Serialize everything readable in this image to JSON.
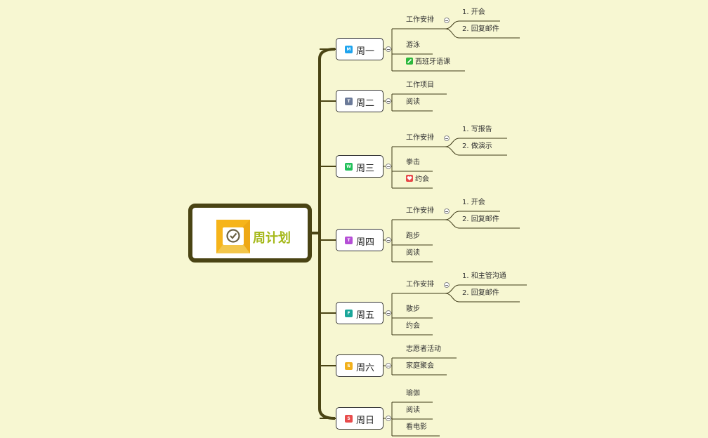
{
  "root": {
    "title": "周计划",
    "icon": "check-note-icon"
  },
  "days": [
    {
      "label": "周一",
      "badge": "M",
      "color": "#1fa4ee",
      "items": [
        {
          "label": "工作安排",
          "sub": [
            "1. 开会",
            "2. 回复邮件"
          ]
        },
        {
          "label": "游泳"
        },
        {
          "label": "西班牙语课",
          "icon": "pencil-icon",
          "icon_color": "#2db83d"
        }
      ]
    },
    {
      "label": "周二",
      "badge": "T",
      "color": "#6b7a99",
      "items": [
        {
          "label": "工作项目"
        },
        {
          "label": "阅读"
        }
      ]
    },
    {
      "label": "周三",
      "badge": "W",
      "color": "#21c05a",
      "items": [
        {
          "label": "工作安排",
          "sub": [
            "1. 写报告",
            "2. 做演示"
          ]
        },
        {
          "label": "拳击"
        },
        {
          "label": "约会",
          "icon": "heart-icon",
          "icon_color": "#e84747"
        }
      ]
    },
    {
      "label": "周四",
      "badge": "T",
      "color": "#b54fd6",
      "items": [
        {
          "label": "工作安排",
          "sub": [
            "1. 开会",
            "2. 回复邮件"
          ]
        },
        {
          "label": "跑步"
        },
        {
          "label": "阅读"
        }
      ]
    },
    {
      "label": "周五",
      "badge": "F",
      "color": "#1aa69a",
      "items": [
        {
          "label": "工作安排",
          "sub": [
            "1. 和主管沟通",
            "2. 回复邮件"
          ]
        },
        {
          "label": "散步"
        },
        {
          "label": "约会"
        }
      ]
    },
    {
      "label": "周六",
      "badge": "S",
      "color": "#f2b01c",
      "items": [
        {
          "label": "志愿者活动"
        },
        {
          "label": "家庭聚会"
        }
      ]
    },
    {
      "label": "周日",
      "badge": "S",
      "color": "#e84c4c",
      "items": [
        {
          "label": "瑜伽"
        },
        {
          "label": "阅读"
        },
        {
          "label": "看电影"
        }
      ]
    }
  ]
}
